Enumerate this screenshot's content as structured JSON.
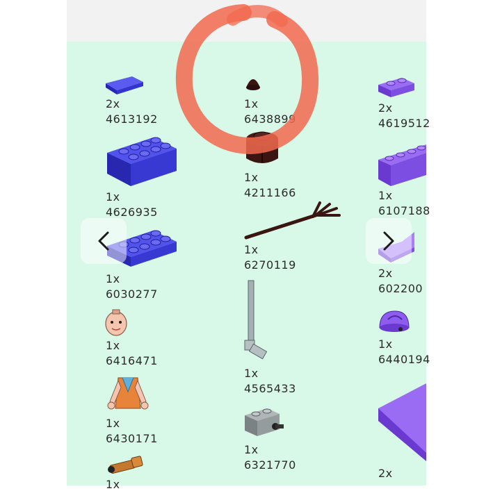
{
  "colors": {
    "background": "#d8f8e8",
    "topbar": "#f2f2f2",
    "blue": "#3d3de0",
    "purple": "#8f5cf0",
    "dark_brown": "#3a1512",
    "annotation": "#f26a4f"
  },
  "parts": [
    {
      "qty": "2x",
      "id": "4613192"
    },
    {
      "qty": "1x",
      "id": "4626935"
    },
    {
      "qty": "1x",
      "id": "6030277"
    },
    {
      "qty": "1x",
      "id": "6416471"
    },
    {
      "qty": "1x",
      "id": "6430171"
    },
    {
      "qty": "1x",
      "id": ""
    },
    {
      "qty": "1x",
      "id": "6438899"
    },
    {
      "qty": "1x",
      "id": "4211166"
    },
    {
      "qty": "1x",
      "id": "6270119"
    },
    {
      "qty": "1x",
      "id": "4565433"
    },
    {
      "qty": "1x",
      "id": "6321770"
    },
    {
      "qty": "2x",
      "id": "4619512"
    },
    {
      "qty": "1x",
      "id": "6107188"
    },
    {
      "qty": "2x",
      "id": "602200"
    },
    {
      "qty": "1x",
      "id": "6440194"
    },
    {
      "qty": "2x",
      "id": ""
    }
  ],
  "icons": {
    "prev": "chevron-left-icon",
    "next": "chevron-right-icon"
  }
}
